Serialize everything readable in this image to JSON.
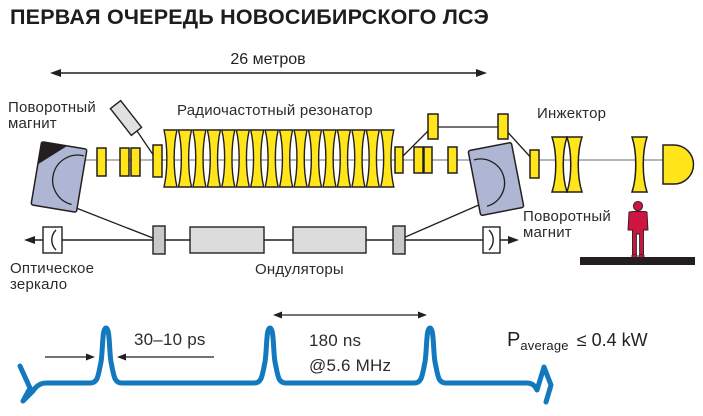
{
  "title": "ПЕРВАЯ ОЧЕРЕДЬ НОВОСИБИРСКОГО ЛСЭ",
  "scale": {
    "length_label": "26 метров"
  },
  "components": {
    "bending_magnet_left": "Поворотный\nмагнит",
    "rf_resonator": "Радиочастотный резонатор",
    "injector": "Инжектор",
    "bending_magnet_right": "Поворотный\nмагнит",
    "optical_mirror": "Оптическое\nзеркало",
    "undulators": "Ондуляторы"
  },
  "pulse_diagram": {
    "pulse_width": "30–10 ps",
    "repetition": "180 ns\n@5.6 MHz",
    "power_symbol": "P",
    "power_subscript": "average",
    "power_value": "≤ 0.4 kW"
  },
  "colors": {
    "accent_yellow": "#FFE51A",
    "magnet_blue": "#AEB6D3",
    "element_gray": "#DCDCDC",
    "beam_blue": "#1478BE",
    "figure_red": "#CE1541",
    "ink": "#231F20"
  }
}
